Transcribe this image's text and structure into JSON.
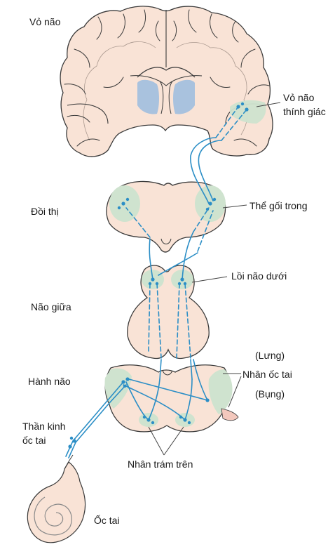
{
  "labels": {
    "cortex": "Vỏ não",
    "auditory_cortex_line1": "Vỏ não",
    "auditory_cortex_line2": "thính giác",
    "thalamus": "Đồi thị",
    "medial_geniculate": "Thể gối trong",
    "inferior_colliculus": "Lồi não dưới",
    "midbrain": "Não giữa",
    "dorsal": "(Lưng)",
    "cochlear_nucleus": "Nhân ốc tai",
    "ventral": "(Bụng)",
    "medulla": "Hành não",
    "cochlear_nerve_line1": "Thần kinh",
    "cochlear_nerve_line2": "ốc tai",
    "superior_olive": "Nhân trám trên",
    "cochlea": "Ốc tai"
  },
  "colors": {
    "tissue_fill": "#f9e3d6",
    "tissue_outline": "#3a3a3a",
    "nucleus_green": "#cfe3cf",
    "ventricle_blue": "#a9c2de",
    "pathway_blue": "#2b8ec6",
    "leader_line": "#444444"
  }
}
